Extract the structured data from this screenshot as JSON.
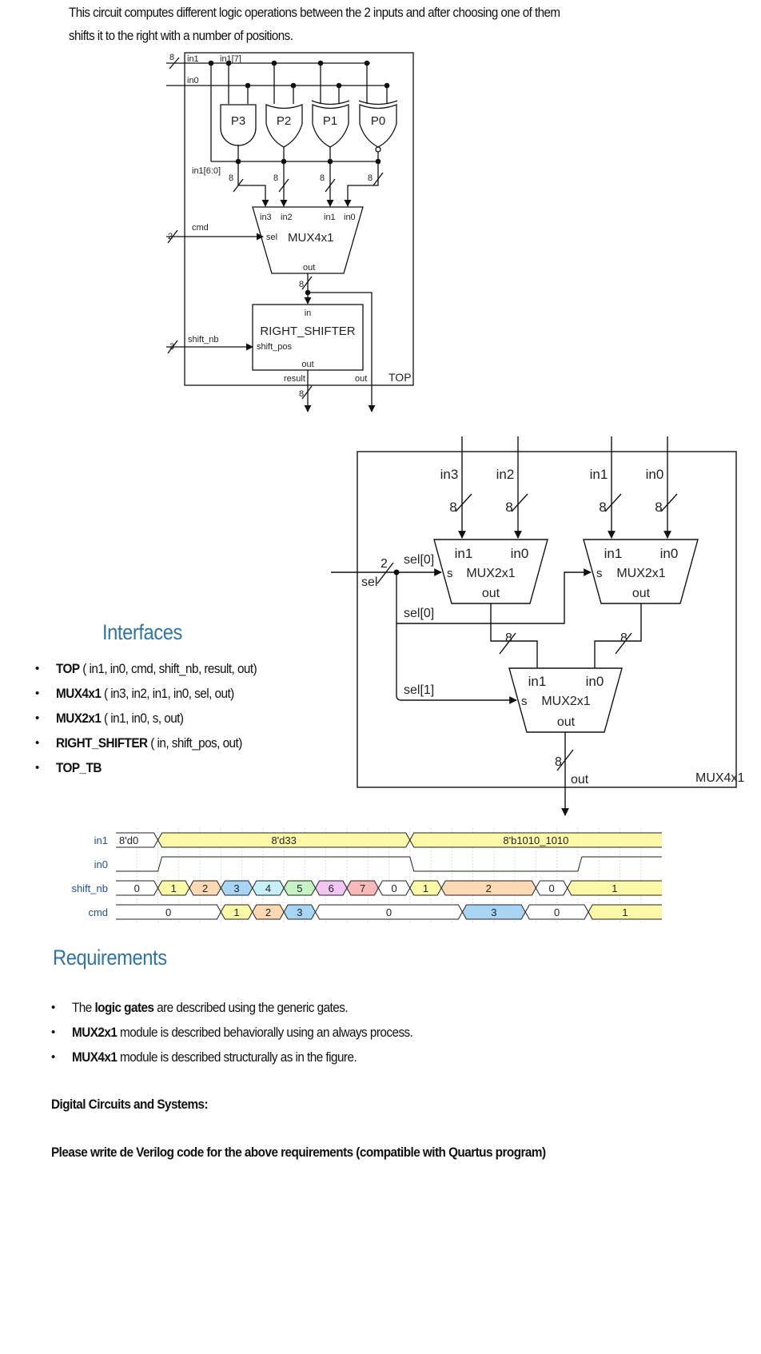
{
  "intro": {
    "line1": "This circuit computes different logic operations between the 2 inputs and after choosing one of them",
    "line2": "shifts it to the right with a number of positions."
  },
  "top_diagram": {
    "module_label": "TOP",
    "inputs": {
      "in1": "in1",
      "in1_msb": "in1[7]",
      "in0": "in0",
      "in1_low": "in1[6:0]",
      "cmd": "cmd",
      "cmd_width": "2",
      "in1_width": "8",
      "shift_nb": "shift_nb",
      "shift_width": "3"
    },
    "gates": [
      {
        "label": "P3",
        "kind": "and"
      },
      {
        "label": "P2",
        "kind": "or"
      },
      {
        "label": "P1",
        "kind": "xor"
      },
      {
        "label": "P0",
        "kind": "xnor"
      }
    ],
    "bus_width": "8",
    "mux": {
      "title": "MUX4x1",
      "ports": [
        "in3",
        "in2",
        "in1",
        "in0"
      ],
      "sel": "sel",
      "out": "out"
    },
    "shifter": {
      "title": "RIGHT_SHIFTER",
      "in": "in",
      "shift_pos": "shift_pos",
      "out": "out"
    },
    "outputs": {
      "result": "result",
      "out": "out"
    }
  },
  "mux_diagram": {
    "module_label": "MUX4x1",
    "inputs": [
      "in3",
      "in2",
      "in1",
      "in0"
    ],
    "bus_width": "8",
    "sel": "sel",
    "sel_width": "2",
    "sel0": "sel[0]",
    "sel1": "sel[1]",
    "mux2_title": "MUX2x1",
    "mux2_ports": {
      "in1": "in1",
      "in0": "in0",
      "s": "s",
      "out": "out"
    },
    "output": "out"
  },
  "interfaces": {
    "heading": "Interfaces",
    "items": [
      {
        "name": "TOP",
        "args": " ( in1, in0, cmd, shift_nb, result, out)"
      },
      {
        "name": "MUX4x1",
        "args": " ( in3, in2, in1, in0, sel, out)"
      },
      {
        "name": "MUX2x1",
        "args": " ( in1, in0, s, out)"
      },
      {
        "name": "RIGHT_SHIFTER",
        "args": " ( in, shift_pos, out)"
      },
      {
        "name": "TOP_TB",
        "args": ""
      }
    ]
  },
  "timing": {
    "signals": [
      {
        "name": "in1",
        "type": "bus",
        "segments": [
          {
            "label": "8'd0",
            "len": 2,
            "color": "#ffffff",
            "align": "left"
          },
          {
            "label": "8'd33",
            "len": 12,
            "color": "#fbf9a8"
          },
          {
            "label": "8'b1010_1010",
            "len": 12,
            "color": "#fbf9a8"
          }
        ]
      },
      {
        "name": "in0",
        "type": "bit",
        "levels": [
          0,
          0,
          1,
          1,
          1,
          1,
          1,
          1,
          1,
          1,
          1,
          1,
          1,
          1,
          0,
          0,
          0,
          0,
          0,
          0,
          0,
          0,
          1,
          1,
          1,
          1
        ]
      },
      {
        "name": "shift_nb",
        "type": "bus",
        "segments": [
          {
            "label": "0",
            "len": 2,
            "color": "#ffffff"
          },
          {
            "label": "1",
            "len": 1.5,
            "color": "#fbf9a8"
          },
          {
            "label": "2",
            "len": 1.5,
            "color": "#fbd9b4"
          },
          {
            "label": "3",
            "len": 1.5,
            "color": "#a9d5f5"
          },
          {
            "label": "4",
            "len": 1.5,
            "color": "#c5f0f8"
          },
          {
            "label": "5",
            "len": 1.5,
            "color": "#c7f2c3"
          },
          {
            "label": "6",
            "len": 1.5,
            "color": "#f3c5f3"
          },
          {
            "label": "7",
            "len": 1.5,
            "color": "#f7b9b9"
          },
          {
            "label": "0",
            "len": 1.5,
            "color": "#ffffff"
          },
          {
            "label": "1",
            "len": 1.5,
            "color": "#fbf9a8"
          },
          {
            "label": "2",
            "len": 4.5,
            "color": "#fbd9b4"
          },
          {
            "label": "0",
            "len": 1.5,
            "color": "#ffffff"
          },
          {
            "label": "1",
            "len": 4.5,
            "color": "#fbf9a8"
          }
        ]
      },
      {
        "name": "cmd",
        "type": "bus",
        "segments": [
          {
            "label": "0",
            "len": 5,
            "color": "#ffffff"
          },
          {
            "label": "1",
            "len": 1.5,
            "color": "#fbf9a8"
          },
          {
            "label": "2",
            "len": 1.5,
            "color": "#fbd9b4"
          },
          {
            "label": "3",
            "len": 1.5,
            "color": "#a9d5f5"
          },
          {
            "label": "0",
            "len": 7,
            "color": "#ffffff"
          },
          {
            "label": "3",
            "len": 3,
            "color": "#a9d5f5"
          },
          {
            "label": "0",
            "len": 3,
            "color": "#ffffff"
          },
          {
            "label": "1",
            "len": 3.5,
            "color": "#fbf9a8"
          }
        ]
      }
    ],
    "label_color": "#1f4fa0"
  },
  "requirements": {
    "heading": "Requirements",
    "items": [
      {
        "pre": "The ",
        "bold": "logic gates",
        "post": " are described using the generic gates."
      },
      {
        "pre": "",
        "bold": "MUX2x1",
        "post": " module is described behaviorally using an always process."
      },
      {
        "pre": "",
        "bold": "MUX4x1",
        "post": " module is described structurally as in the figure."
      }
    ]
  },
  "course_title": "Digital Circuits and Systems:",
  "request": "Please write de Verilog code for the above requirements (compatible with Quartus program)"
}
